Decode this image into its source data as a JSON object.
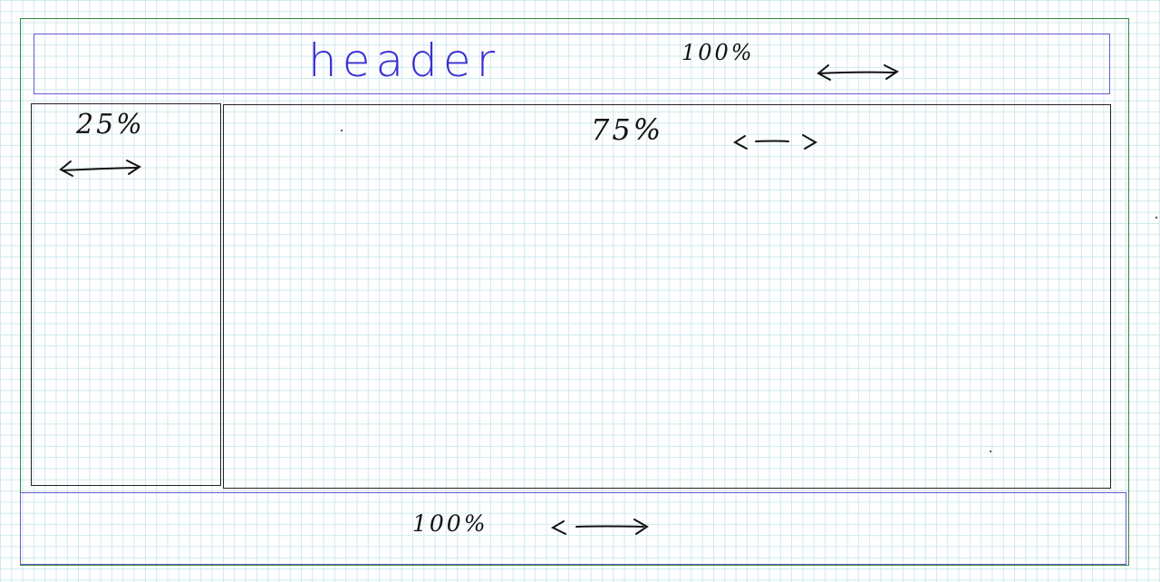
{
  "header": {
    "label": "header",
    "width_label": "100%"
  },
  "sidebar": {
    "width_label": "25%"
  },
  "main": {
    "width_label": "75%"
  },
  "footer": {
    "width_label": "100%"
  },
  "colors": {
    "outer_border": "#2e8b3e",
    "header_border": "#6a5acd",
    "header_text": "#3a2fd0",
    "ink": "#111111",
    "grid": "#cfe9ee"
  },
  "icons": [
    "double-arrow-icon"
  ]
}
